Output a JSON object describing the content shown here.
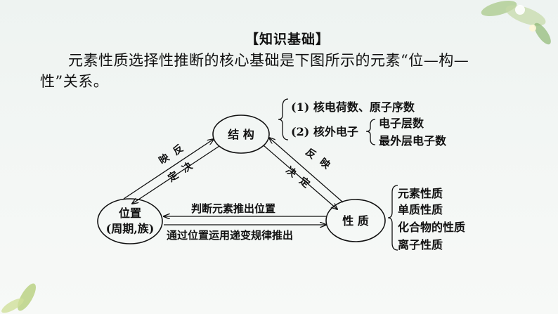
{
  "heading": "【知识基础】",
  "paragraph": {
    "line1": "元素性质选择性推断的核心基础是下图所示的元素“位—构—",
    "line2": "性”关系。"
  },
  "diagram": {
    "nodes": {
      "structure": "结  构",
      "position_line1": "位置",
      "position_line2": "(周期,族)",
      "property": "性  质"
    },
    "edges": {
      "left_edge_a": [
        "反",
        "映"
      ],
      "left_edge_b": [
        "决",
        "定"
      ],
      "right_edge_a": [
        "反",
        "映"
      ],
      "right_edge_b": [
        "决",
        "定"
      ],
      "top_arrow": "判断元素推出位置",
      "bottom_arrow": "通过位置运用递变规律推出"
    },
    "structure_details": {
      "item1": "(1) 核电荷数、原子序数",
      "item2": "(2) 核外电子",
      "electron_sub1": "电子层数",
      "electron_sub2": "最外层电子数"
    },
    "property_details": [
      "元素性质",
      "单质性质",
      "化合物的性质",
      "离子性质"
    ]
  }
}
